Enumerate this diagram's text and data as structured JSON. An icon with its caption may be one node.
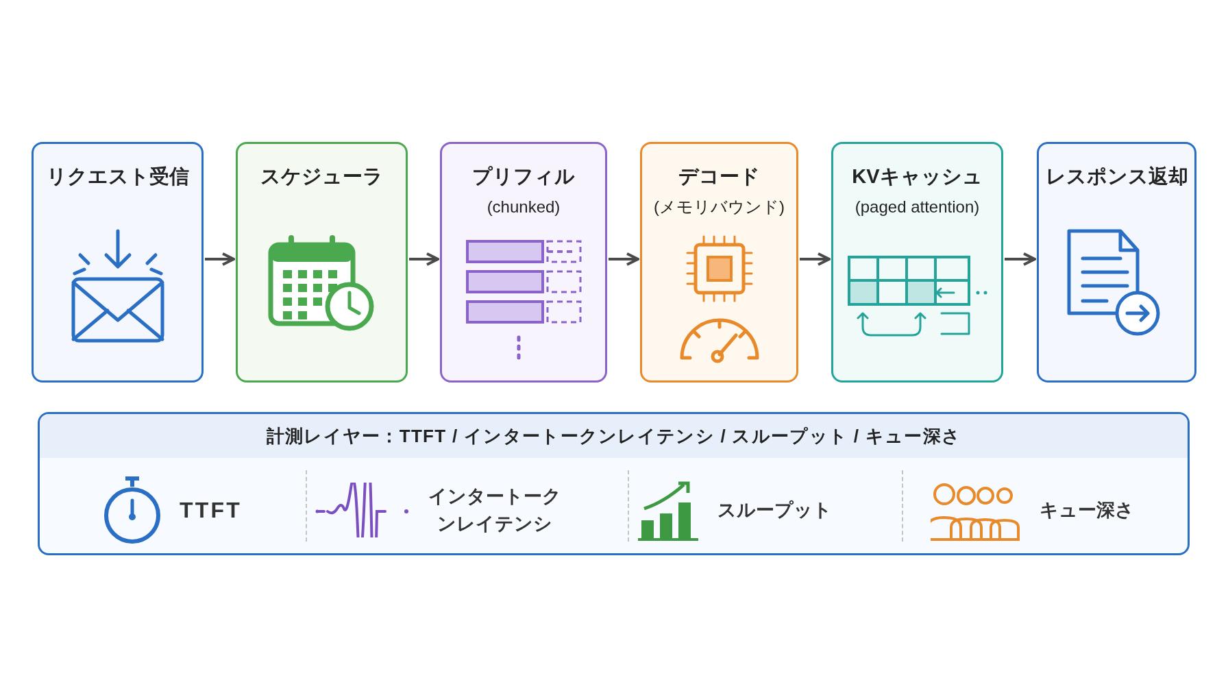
{
  "diagram": {
    "nodes": [
      {
        "text": [
          "リクエスト受信"
        ]
      },
      {
        "text": [
          "スケジューラ"
        ]
      },
      {
        "text": [
          "プリフィル",
          "(chunked)"
        ]
      },
      {
        "text": [
          "デコード",
          "(メモリバウンド)"
        ]
      },
      {
        "text": [
          "KVキャッシュ",
          "(paged attention)"
        ]
      },
      {
        "text": [
          "レスポンス返却"
        ]
      },
      {
        "text": [
          "計測レイヤー：TTFT / インタートークンレイテンシ / スループット / キュー深さ"
        ]
      }
    ],
    "edges": [
      {
        "from": 0,
        "to": 1,
        "arrow": "to"
      },
      {
        "from": 1,
        "to": 2,
        "arrow": "to"
      },
      {
        "from": 2,
        "to": 3,
        "arrow": "to"
      },
      {
        "from": 3,
        "to": 4,
        "arrow": "to"
      },
      {
        "from": 4,
        "to": 5,
        "arrow": "to"
      }
    ],
    "labels": [
      "TTFT",
      "インタートークンレイテンシ",
      "スループット",
      "キュー深さ"
    ]
  }
}
